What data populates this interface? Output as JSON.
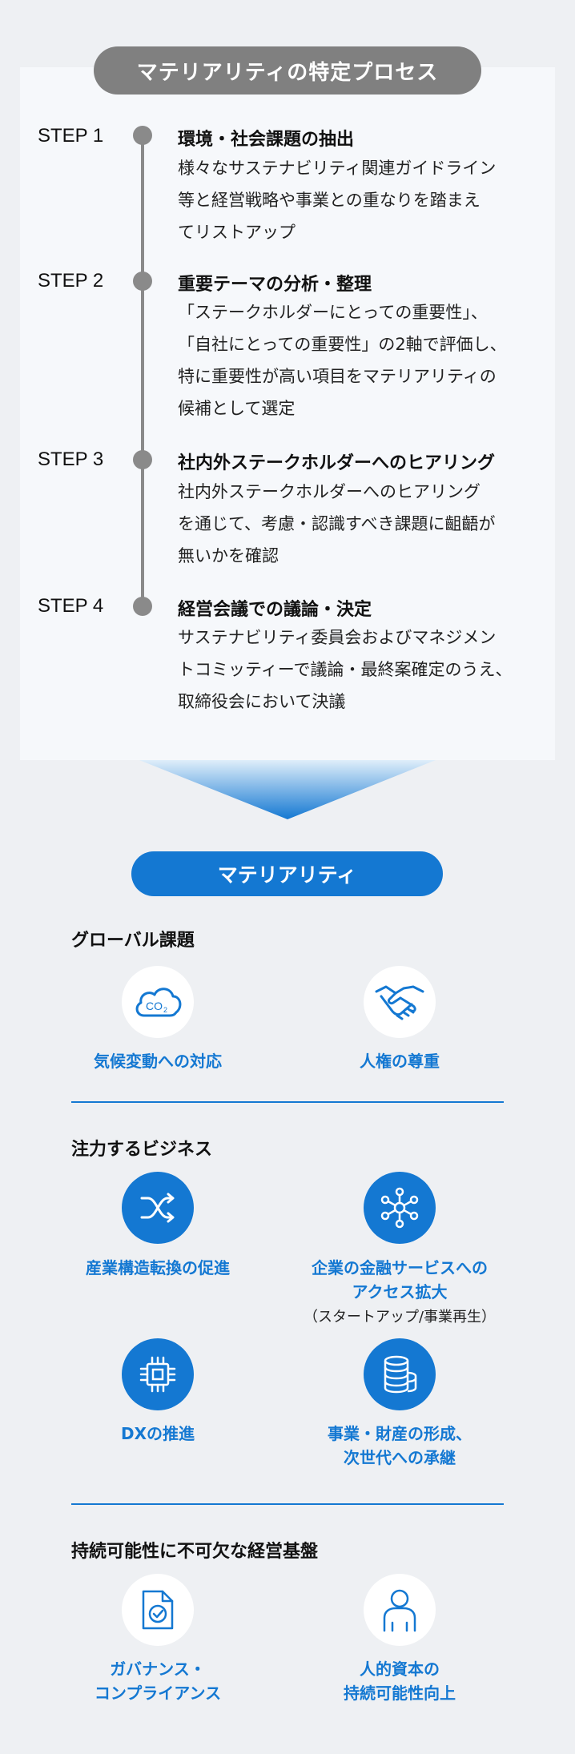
{
  "process": {
    "title": "マテリアリティの特定プロセス",
    "steps": [
      {
        "label": "STEP 1",
        "title": "環境・社会課題の抽出",
        "lines": [
          "様々なサステナビリティ関連ガイドライン",
          "等と経営戦略や事業との重なりを踏まえ",
          "てリストアップ"
        ]
      },
      {
        "label": "STEP 2",
        "title": "重要テーマの分析・整理",
        "lines": [
          "「ステークホルダーにとっての重要性」、",
          "「自社にとっての重要性」の2軸で評価し、",
          "特に重要性が高い項目をマテリアリティの",
          "候補として選定"
        ]
      },
      {
        "label": "STEP 3",
        "title": "社内外ステークホルダーへのヒアリング",
        "lines": [
          "社内外ステークホルダーへのヒアリング",
          "を通じて、考慮・認識すべき課題に齟齬が",
          "無いかを確認"
        ]
      },
      {
        "label": "STEP 4",
        "title": "経営会議での議論・決定",
        "lines": [
          "サステナビリティ委員会およびマネジメン",
          "トコミッティーで議論・最終案確定のうえ、",
          "取締役会において決議"
        ]
      }
    ]
  },
  "materiality": {
    "title": "マテリアリティ",
    "sections": [
      {
        "heading": "グローバル課題",
        "items": [
          {
            "icon": "co2-cloud-icon",
            "label": "気候変動への対応"
          },
          {
            "icon": "handshake-icon",
            "label": "人権の尊重"
          }
        ]
      },
      {
        "heading": "注力するビジネス",
        "items": [
          {
            "icon": "shuffle-arrows-icon",
            "label": "産業構造転換の促進"
          },
          {
            "icon": "network-nodes-icon",
            "label_lines": [
              "企業の金融サービスへの",
              "アクセス拡大"
            ],
            "note": "（スタートアップ/事業再生）"
          },
          {
            "icon": "chip-icon",
            "label": "DXの推進"
          },
          {
            "icon": "coin-stack-icon",
            "label_lines": [
              "事業・財産の形成、",
              "次世代への承継"
            ]
          }
        ]
      },
      {
        "heading": "持続可能性に不可欠な経営基盤",
        "items": [
          {
            "icon": "document-check-icon",
            "label_lines": [
              "ガバナンス・",
              "コンプライアンス"
            ]
          },
          {
            "icon": "person-icon",
            "label_lines": [
              "人的資本の",
              "持続可能性向上"
            ]
          }
        ]
      }
    ]
  },
  "colors": {
    "accent": "#1478d2",
    "gray": "#808080",
    "background": "#eef0f3"
  }
}
